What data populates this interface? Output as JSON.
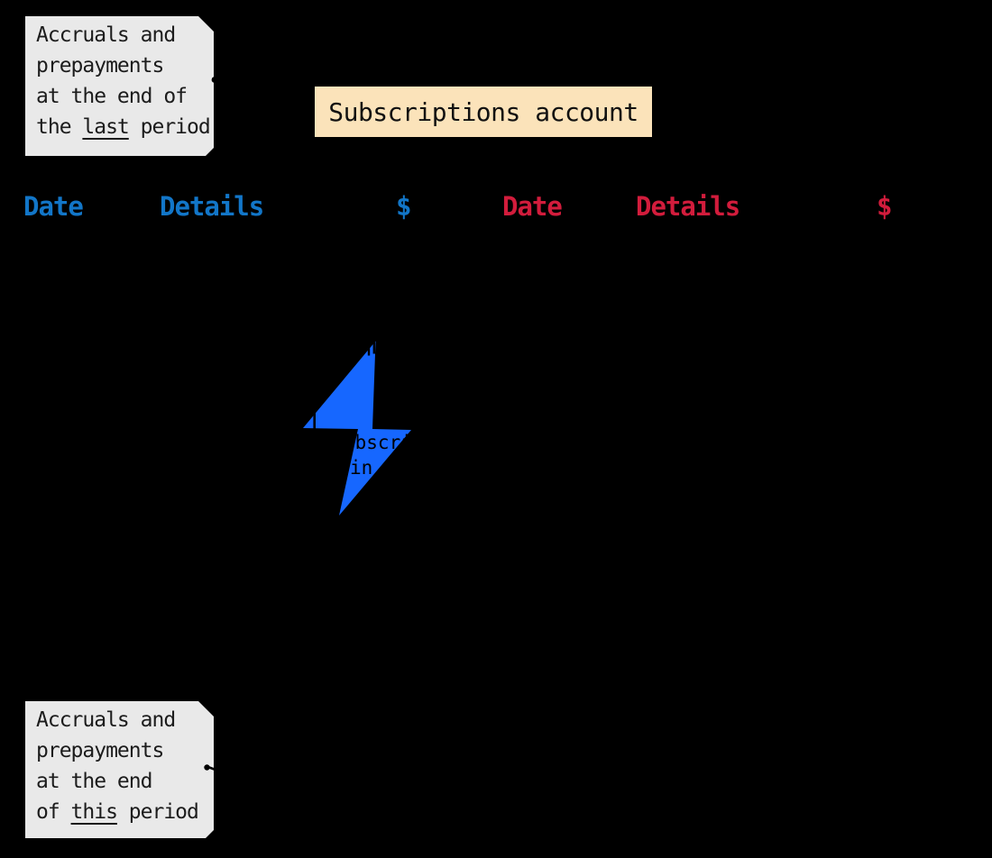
{
  "colors": {
    "background": "#000000",
    "note_bg": "#e9e9e9",
    "note_text": "#1c1c1c",
    "title_bg": "#fbe3ba",
    "title_text": "#111111",
    "debit_header": "#1276c8",
    "credit_header": "#d21c3c",
    "bolt": "#1667ff",
    "ink": "#000000"
  },
  "sticky_notes": {
    "top": {
      "line1": "Accruals and",
      "line2": "prepayments",
      "line3": "at the end of",
      "line4_prefix": "the ",
      "line4_underlined": "last",
      "line4_suffix": " period"
    },
    "bottom": {
      "line1": "Accruals and",
      "line2": "prepayments",
      "line3": "at the end",
      "line4_prefix": "of ",
      "line4_underlined": "this",
      "line4_suffix": " period"
    }
  },
  "account": {
    "title": "Subscriptions account",
    "debit_columns": {
      "date": "Date",
      "details": "Details",
      "amount": "$"
    },
    "credit_columns": {
      "date": "Date",
      "details": "Details",
      "amount": "$"
    }
  },
  "obscured_text_fragments": {
    "line1": "ubscri",
    "line2": "in"
  }
}
